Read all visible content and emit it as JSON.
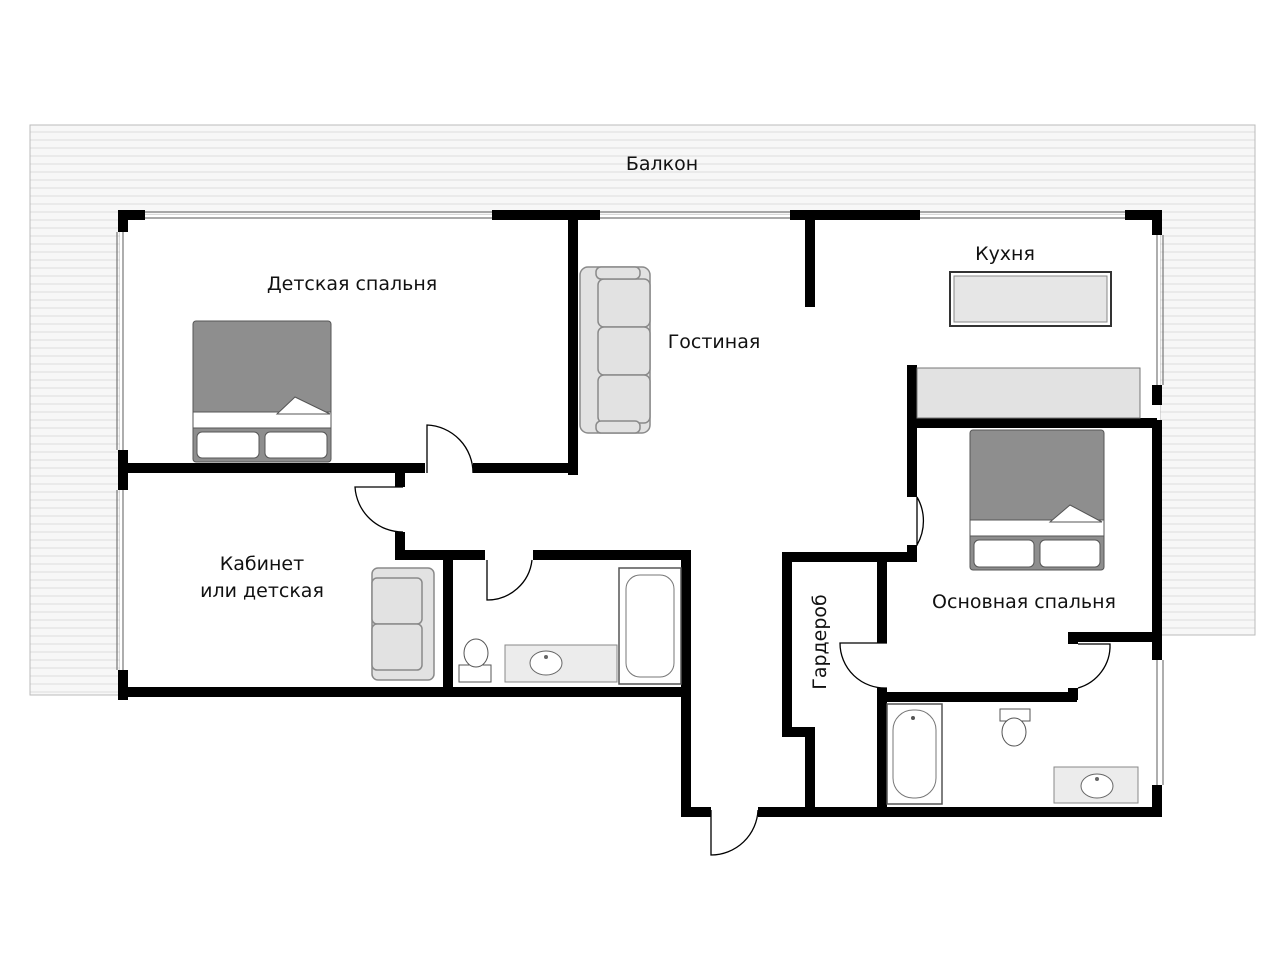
{
  "floor_plan": {
    "rooms": {
      "balcony": "Балкон",
      "kids_bedroom": "Детская спальня",
      "living_room": "Гостиная",
      "kitchen": "Кухня",
      "study_line1": "Кабинет",
      "study_line2": "или детская",
      "master_bedroom": "Основная спальня",
      "wardrobe": "Гардероб"
    },
    "colors": {
      "wall": "#000000",
      "balcony_fill": "#f7f7f7",
      "balcony_hatch": "#d9d9d9",
      "furniture_fill": "#e2e2e2",
      "furniture_stroke": "#8a8a8a",
      "bed_fill": "#8e8e8e"
    }
  }
}
